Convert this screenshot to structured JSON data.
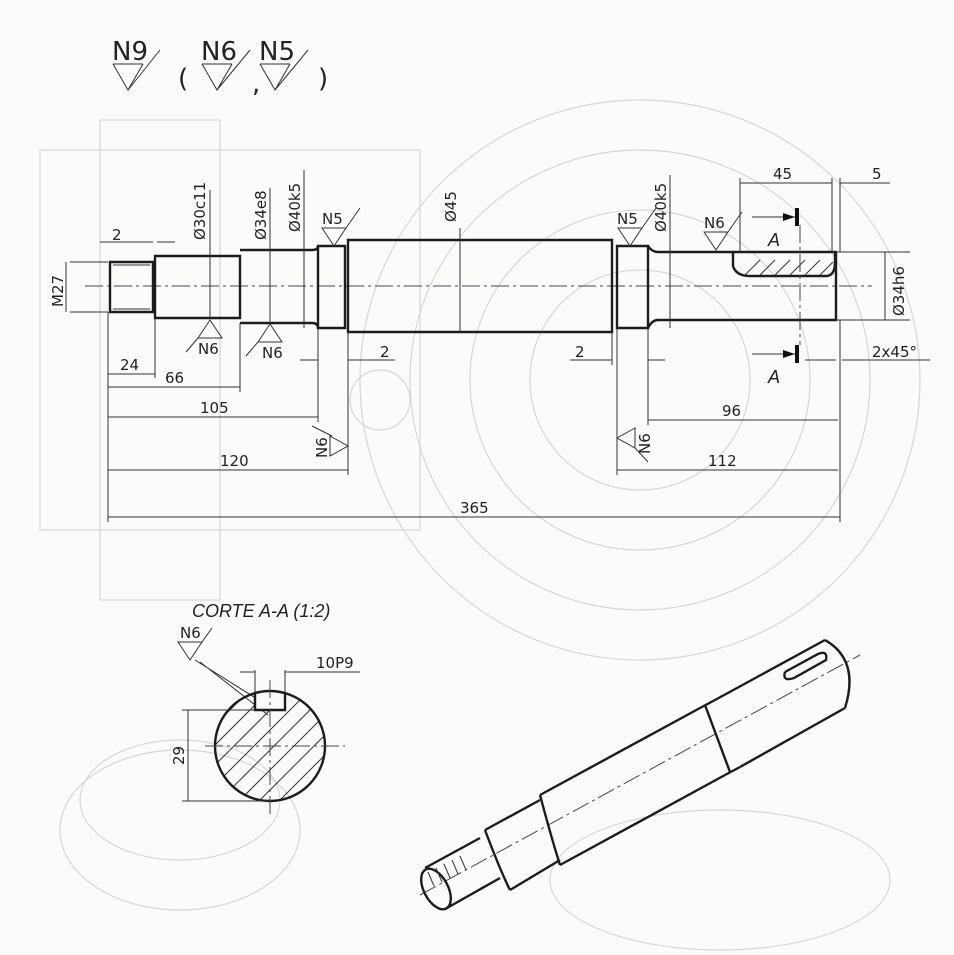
{
  "surface_finish_header": {
    "general": "N9",
    "open_paren": "(",
    "others": [
      "N6",
      "N5"
    ],
    "separator": ",",
    "close_paren": ")"
  },
  "main_view": {
    "diameters": {
      "thread": "M27",
      "d30": "Ø30c11",
      "d34": "Ø34e8",
      "d40_left": "Ø40k5",
      "d45": "Ø45",
      "d40_right": "Ø40k5",
      "d34_end": "Ø34h6"
    },
    "lengths": {
      "groove_left": "2",
      "thread_len": "24",
      "l66": "66",
      "l105": "105",
      "l120": "120",
      "total": "365",
      "groove_mid_left": "2",
      "groove_mid_right": "2",
      "l96": "96",
      "l112": "112",
      "keyway_len": "45",
      "keyway_offset": "5",
      "chamfer": "2x45°"
    },
    "finish_marks": [
      "N5",
      "N6",
      "N6",
      "N6",
      "N5",
      "N6",
      "N6"
    ],
    "section_marker": "A"
  },
  "section_view": {
    "title": "CORTE A-A (1:2)",
    "finish": "N6",
    "keyway_width": "10P9",
    "depth": "29"
  }
}
